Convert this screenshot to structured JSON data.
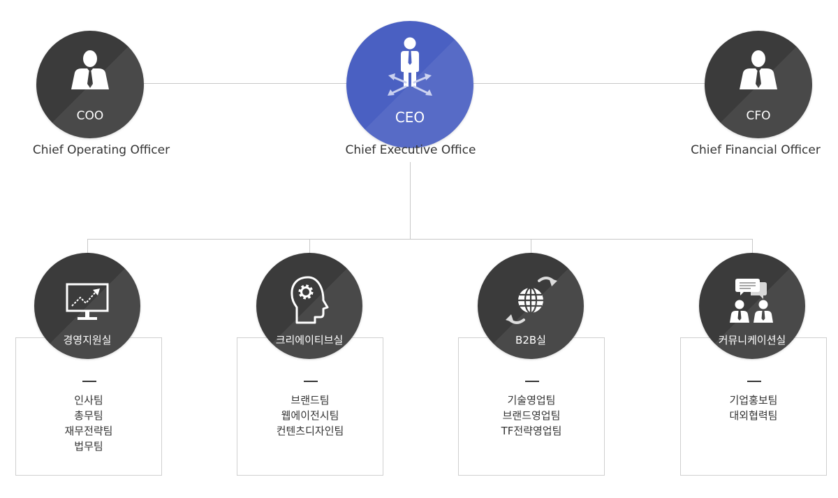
{
  "executives": {
    "coo": {
      "abbr": "COO",
      "title": "Chief Operating Officer"
    },
    "ceo": {
      "abbr": "CEO",
      "title": "Chief Executive Office"
    },
    "cfo": {
      "abbr": "CFO",
      "title": "Chief Financial Officer"
    }
  },
  "departments": [
    {
      "name": "경영지원실",
      "icon": "presentation-chart-icon",
      "teams": [
        "인사팀",
        "총무팀",
        "재무전략팀",
        "법무팀"
      ]
    },
    {
      "name": "크리에이티브실",
      "icon": "head-gear-icon",
      "teams": [
        "브랜드팀",
        "웹에이전시팀",
        "컨텐츠디자인팀"
      ]
    },
    {
      "name": "B2B실",
      "icon": "globe-arrows-icon",
      "teams": [
        "기술영업팀",
        "브랜드영업팀",
        "TF전략영업팀"
      ]
    },
    {
      "name": "커뮤니케이션실",
      "icon": "people-chat-icon",
      "teams": [
        "기업홍보팀",
        "대외협력팀"
      ]
    }
  ],
  "colors": {
    "dark_circle": "#3b3b3b",
    "ceo_circle": "#4a60c2",
    "connector": "#c8c8c8",
    "box_border": "#cfcfcf"
  }
}
